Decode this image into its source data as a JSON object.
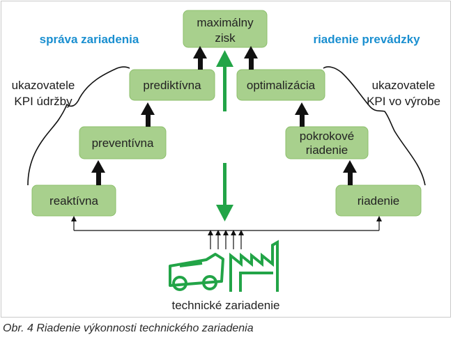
{
  "headings": {
    "left": "správa zariadenia",
    "right": "riadenie prevádzky"
  },
  "boxes": {
    "top": [
      "maximálny",
      "zisk"
    ],
    "predictive": "prediktívna",
    "optimization": "optimalizácia",
    "preventive": "preventívna",
    "advanced": [
      "pokrokové",
      "riadenie"
    ],
    "reactive": "reaktívna",
    "control": "riadenie"
  },
  "side_labels": {
    "left": [
      "ukazovatele",
      "KPI údržby"
    ],
    "right": [
      "ukazovatele",
      "KPI vo výrobe"
    ]
  },
  "bottom_label": "technické zariadenie",
  "caption": "Obr. 4 Riadenie výkonnosti technického zariadenia",
  "icons": [
    "vehicle-icon",
    "factory-icon"
  ],
  "colors": {
    "box_fill": "#a8d08d",
    "box_stroke": "#8cbf6b",
    "green_arrow": "#22a447",
    "heading": "#1a8fd0",
    "icon": "#22a447"
  }
}
